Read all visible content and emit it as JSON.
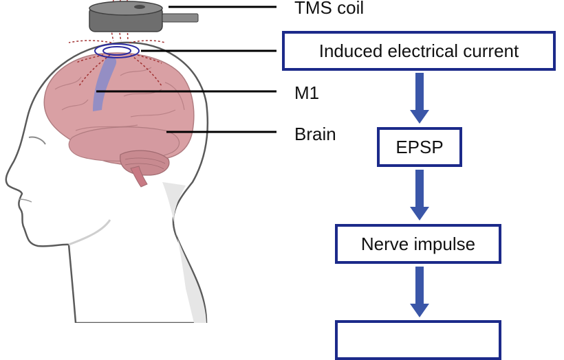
{
  "diagram": {
    "title": "TMS mechanism diagram",
    "labels": {
      "tms_coil": "TMS coil",
      "m1": "M1",
      "brain": "Brain"
    },
    "flow_steps": [
      {
        "label": "Induced electrical current"
      },
      {
        "label": "EPSP"
      },
      {
        "label": "Nerve impulse"
      },
      {
        "label": ""
      }
    ],
    "colors": {
      "box_border": "#1c2a8a",
      "arrow": "#3a56a8",
      "brain": "#d9a0a4",
      "m1_region": "#8c8cc8",
      "coil": "#6e6e6e",
      "field_lines": "#a03030"
    }
  }
}
